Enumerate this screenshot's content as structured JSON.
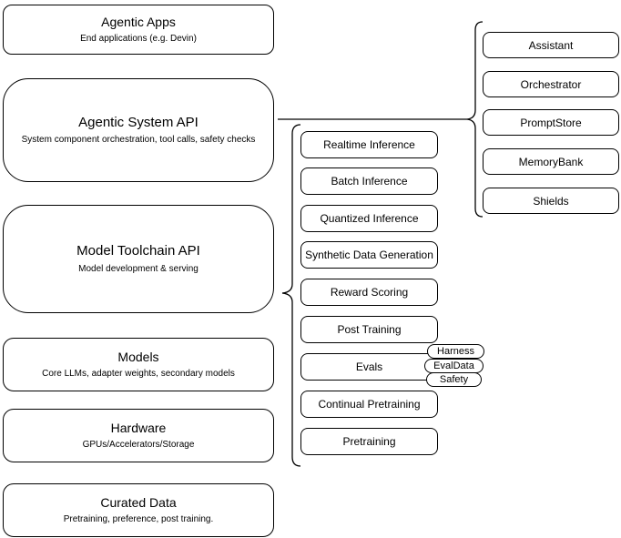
{
  "canvas": {
    "background": "#ffffff",
    "stroke_color": "#000000"
  },
  "left_column": {
    "items": [
      {
        "title": "Agentic Apps",
        "subtitle": "End applications (e.g. Devin)"
      },
      {
        "title": "Agentic System API",
        "subtitle": "System component orchestration, tool calls, safety checks"
      },
      {
        "title": "Model Toolchain API",
        "subtitle": "Model development & serving"
      },
      {
        "title": "Models",
        "subtitle": "Core LLMs, adapter weights, secondary models"
      },
      {
        "title": "Hardware",
        "subtitle": "GPUs/Accelerators/Storage"
      },
      {
        "title": "Curated Data",
        "subtitle": "Pretraining, preference, post training."
      }
    ]
  },
  "toolchain_group": {
    "items": [
      {
        "label": "Realtime Inference"
      },
      {
        "label": "Batch Inference"
      },
      {
        "label": "Quantized Inference"
      },
      {
        "label": "Synthetic Data Generation"
      },
      {
        "label": "Reward Scoring"
      },
      {
        "label": "Post Training"
      },
      {
        "label": "Evals"
      },
      {
        "label": "Continual Pretraining"
      },
      {
        "label": "Pretraining"
      }
    ],
    "eval_tags": [
      {
        "label": "Harness"
      },
      {
        "label": "EvalData"
      },
      {
        "label": "Safety"
      }
    ]
  },
  "system_group": {
    "items": [
      {
        "label": "Assistant"
      },
      {
        "label": "Orchestrator"
      },
      {
        "label": "PromptStore"
      },
      {
        "label": "MemoryBank"
      },
      {
        "label": "Shields"
      }
    ]
  }
}
